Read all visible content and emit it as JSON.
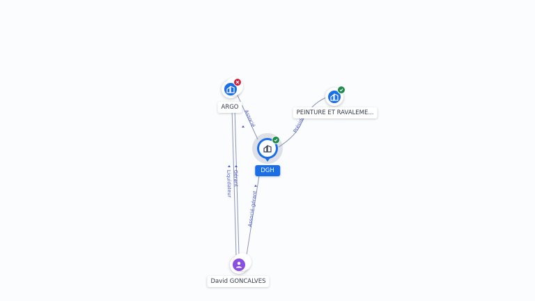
{
  "colors": {
    "company_icon": "#1a6ee8",
    "person_icon": "#8a4fe0",
    "status_active": "#1e8a4c",
    "status_closed": "#d0203a",
    "edge": "#8a96b8",
    "edge_label": "#4a58c8"
  },
  "nodes": {
    "argo": {
      "label": "ARGO",
      "icon": "building-icon",
      "status": "closed"
    },
    "dgh": {
      "label": "DGH",
      "icon": "building-icon",
      "status": "active"
    },
    "peinture": {
      "label": "PEINTURE ET RAVALEME...",
      "icon": "building-icon",
      "status": "active"
    },
    "david": {
      "label": "David GONCALVES",
      "icon": "person-icon"
    }
  },
  "edges": {
    "argo_dgh": {
      "label": "Associé"
    },
    "dgh_peinture": {
      "label": "Président"
    },
    "david_argo_gerant": {
      "label": "Gérant"
    },
    "david_argo_liquidateur": {
      "label": "Liquidateur"
    },
    "david_dgh": {
      "label": "Associé-gérant"
    }
  }
}
